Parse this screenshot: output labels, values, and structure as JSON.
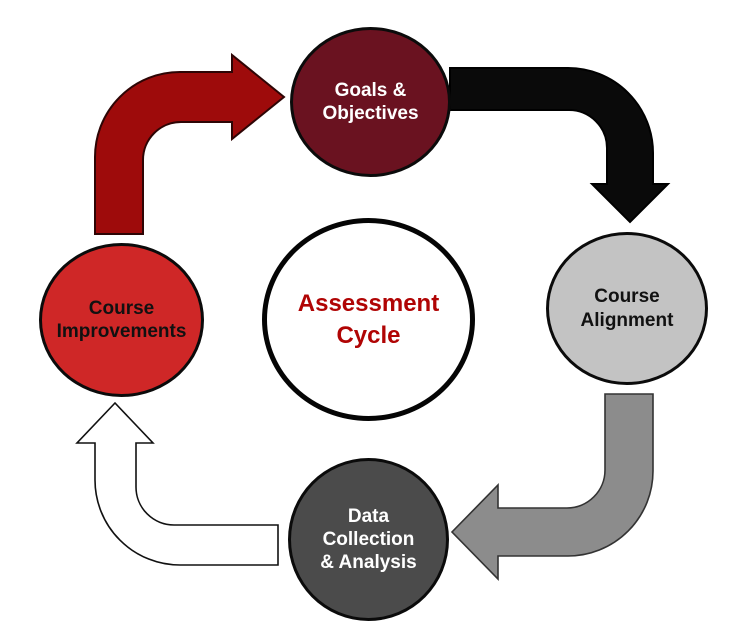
{
  "title": "Assessment Cycle",
  "diagram": {
    "center": {
      "label": "Assessment\nCycle",
      "text_color": "#B00404"
    },
    "nodes": [
      {
        "id": "goals-objectives",
        "label": "Goals &\nObjectives",
        "fill": "#6A1220",
        "text_color": "#FFFFFF"
      },
      {
        "id": "course-alignment",
        "label": "Course\nAlignment",
        "fill": "#C3C3C3",
        "text_color": "#111111"
      },
      {
        "id": "data-collection",
        "label": "Data\nCollection\n& Analysis",
        "fill": "#4B4B4B",
        "text_color": "#FFFFFF"
      },
      {
        "id": "course-improvements",
        "label": "Course\nImprovements",
        "fill": "#CF2727",
        "text_color": "#111111"
      }
    ],
    "arrows": [
      {
        "id": "improvements-to-goals",
        "from": "course-improvements",
        "to": "goals-objectives",
        "color": "#9E0B0B",
        "outline": "#2E0505"
      },
      {
        "id": "goals-to-alignment",
        "from": "goals-objectives",
        "to": "course-alignment",
        "color": "#0A0A0A",
        "outline": "#000000"
      },
      {
        "id": "alignment-to-data",
        "from": "course-alignment",
        "to": "data-collection",
        "color": "#8C8C8C",
        "outline": "#333333"
      },
      {
        "id": "data-to-improvements",
        "from": "data-collection",
        "to": "course-improvements",
        "color": "#FFFFFF",
        "outline": "#111111"
      }
    ],
    "colors": {
      "background": "#FFFFFF",
      "node_border": "#0B0B0B",
      "center_border": "#050505"
    }
  }
}
